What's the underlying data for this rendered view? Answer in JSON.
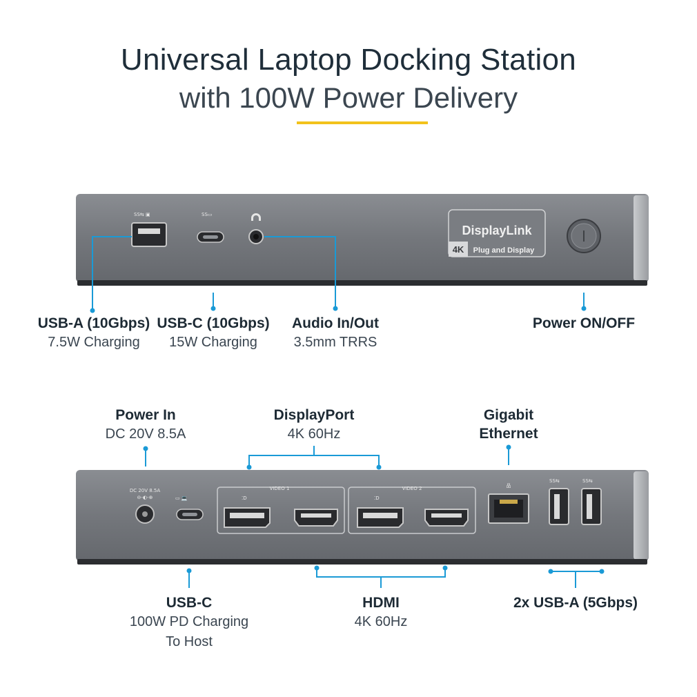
{
  "title": "Universal Laptop Docking Station",
  "subtitle": "with 100W Power Delivery",
  "colors": {
    "accent_line": "#1a9ad6",
    "underline": "#f2c21b",
    "body": "#6b6e73",
    "dark": "#2b2d30"
  },
  "front": {
    "badge_brand": "DisplayLink",
    "badge_4k": "4K",
    "badge_tagline": "Plug and Display",
    "labels": [
      {
        "id": "usb-a",
        "heading": "USB-A (10Gbps)",
        "sub": "7.5W Charging"
      },
      {
        "id": "usb-c",
        "heading": "USB-C (10Gbps)",
        "sub": "15W Charging"
      },
      {
        "id": "audio",
        "heading": "Audio In/Out",
        "sub": "3.5mm TRRS"
      },
      {
        "id": "power",
        "heading": "Power ON/OFF",
        "sub": ""
      }
    ]
  },
  "rear": {
    "power_in_print": "DC 20V 8.5A",
    "video1": "VIDEO 1",
    "video2": "VIDEO 2",
    "labels_top": [
      {
        "id": "power-in",
        "heading": "Power In",
        "sub": "DC 20V 8.5A"
      },
      {
        "id": "displayport",
        "heading": "DisplayPort",
        "sub": "4K 60Hz"
      },
      {
        "id": "ethernet",
        "heading": "Gigabit",
        "sub": "Ethernet"
      }
    ],
    "labels_bottom": [
      {
        "id": "usb-c-host",
        "heading": "USB-C",
        "sub": "100W PD Charging",
        "sub2": "To Host"
      },
      {
        "id": "hdmi",
        "heading": "HDMI",
        "sub": "4K 60Hz"
      },
      {
        "id": "usb-a-rear",
        "heading": "2x USB-A (5Gbps)",
        "sub": ""
      }
    ]
  }
}
